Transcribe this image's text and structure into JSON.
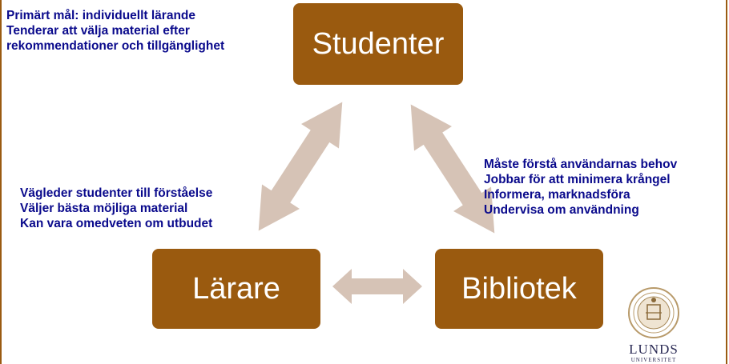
{
  "nodes": {
    "studenter": "Studenter",
    "larare": "Lärare",
    "bibliotek": "Bibliotek"
  },
  "notes": {
    "studenter": [
      "Primärt mål: individuellt lärande",
      "Tenderar att välja material efter",
      "rekommendationer och tillgänglighet"
    ],
    "larare": [
      "Vägleder studenter till förståelse",
      "Väljer bästa möjliga material",
      "Kan vara omedveten om utbudet"
    ],
    "bibliotek": [
      "Måste förstå användarnas behov",
      "Jobbar för att minimera krångel",
      "Informera, marknadsföra",
      "Undervisa om användning"
    ]
  },
  "logo": {
    "line1": "LUNDS",
    "line2": "UNIVERSITET"
  },
  "colors": {
    "node_fill": "#9a5a0f",
    "node_text": "#ffffff",
    "note_text": "#0a0a8c",
    "arrow_fill": "#d6c3b6",
    "frame": "#9a5b12"
  }
}
